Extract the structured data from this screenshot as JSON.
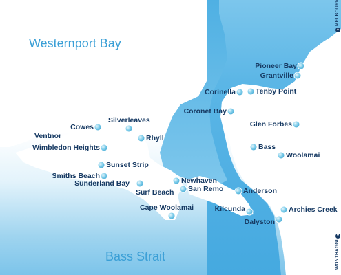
{
  "water_labels": {
    "westernport": "Westernport Bay",
    "bass_strait": "Bass Strait"
  },
  "road_signs": {
    "north": "MELBOURNE",
    "south": "WONTHAGGI"
  },
  "places": [
    {
      "name": "Pioneer Bay"
    },
    {
      "name": "Grantville"
    },
    {
      "name": "Corinella"
    },
    {
      "name": "Tenby Point"
    },
    {
      "name": "Coronet Bay"
    },
    {
      "name": "Glen Forbes"
    },
    {
      "name": "Bass"
    },
    {
      "name": "Woolamai"
    },
    {
      "name": "Cowes"
    },
    {
      "name": "Silverleaves"
    },
    {
      "name": "Ventnor"
    },
    {
      "name": "Rhyll"
    },
    {
      "name": "Wimbledon Heights"
    },
    {
      "name": "Sunset Strip"
    },
    {
      "name": "Smiths Beach"
    },
    {
      "name": "Newhaven"
    },
    {
      "name": "Sunderland Bay"
    },
    {
      "name": "Surf Beach"
    },
    {
      "name": "San Remo"
    },
    {
      "name": "Anderson"
    },
    {
      "name": "Cape Woolamai"
    },
    {
      "name": "Kilcunda"
    },
    {
      "name": "Archies Creek"
    },
    {
      "name": "Dalyston"
    }
  ],
  "colors": {
    "water": "#3a9fd6",
    "land": "#ffffff",
    "label": "#173a63",
    "marker": "#43a9d8"
  },
  "icons": {
    "marker": "location-dot-icon",
    "road_arrow": "arrow-icon"
  }
}
